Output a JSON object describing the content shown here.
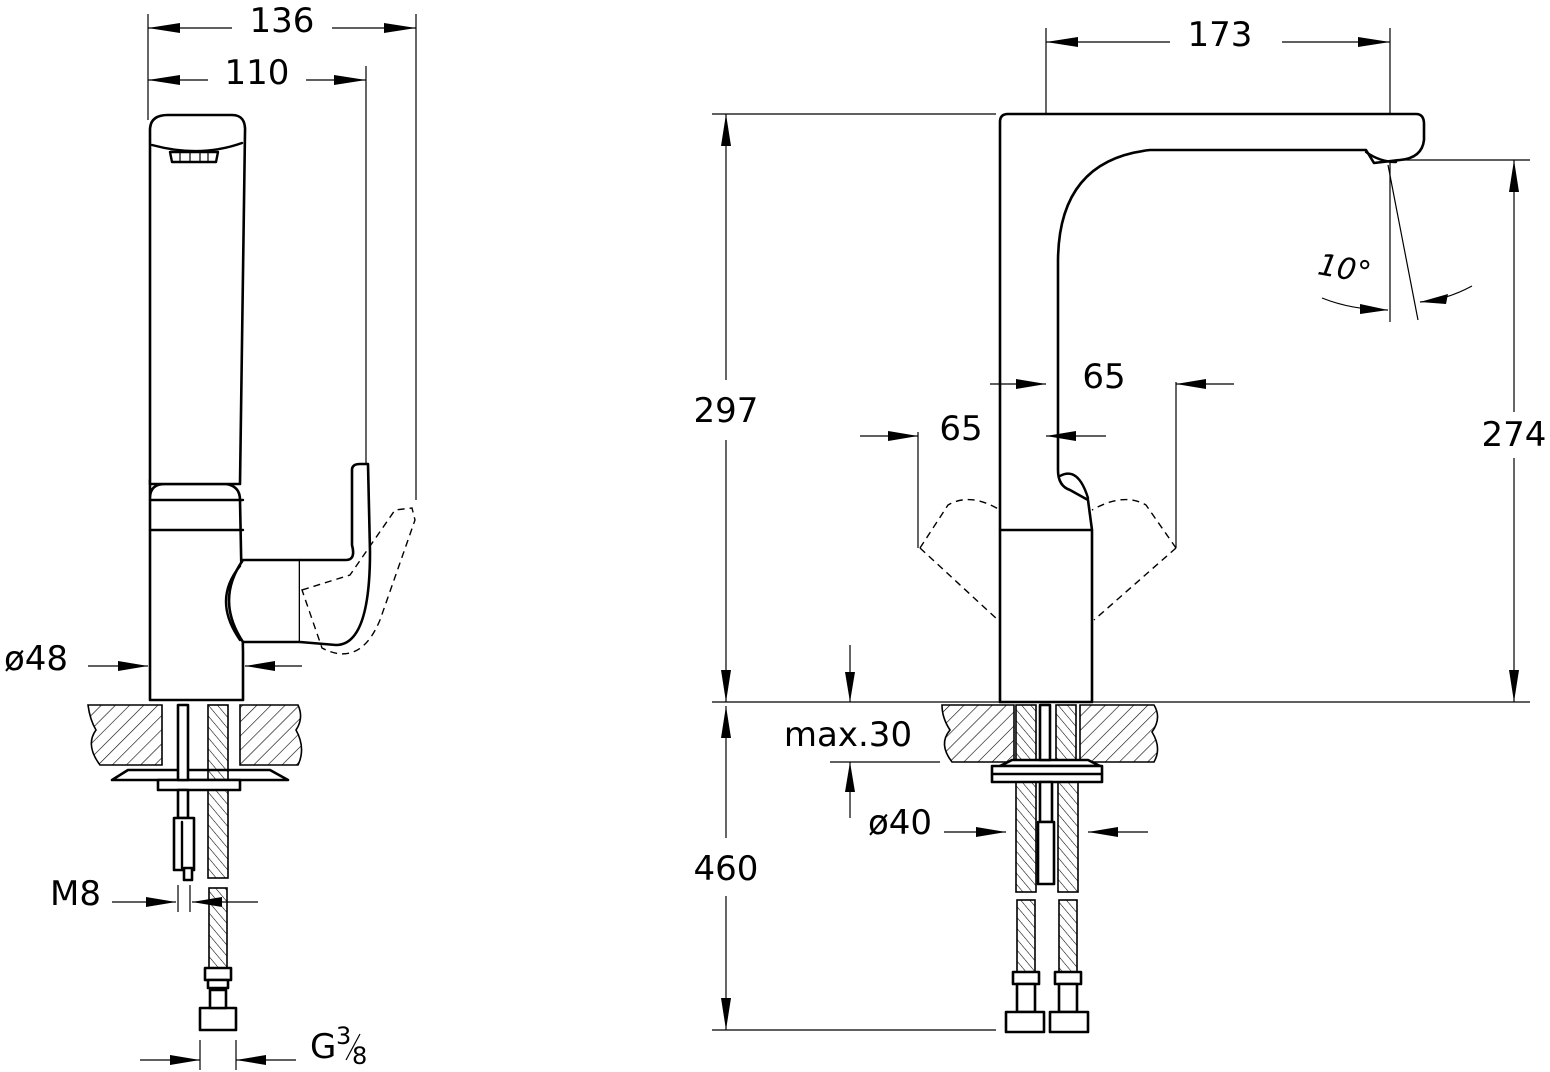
{
  "side_view": {
    "dim_top_outer": "136",
    "dim_top_inner": "110",
    "dim_diameter": "ø48",
    "dim_thread": "M8",
    "dim_connection_main": "G",
    "dim_connection_frac_num": "3",
    "dim_connection_frac_den": "8"
  },
  "front_view": {
    "dim_spout_reach": "173",
    "dim_total_height": "297",
    "dim_spout_height": "274",
    "dim_lever_swing_right": "65",
    "dim_lever_swing_left": "65",
    "dim_angle": "10°",
    "dim_max_thickness": "max.30",
    "dim_hole_diameter": "ø40",
    "dim_hose_length": "460"
  }
}
